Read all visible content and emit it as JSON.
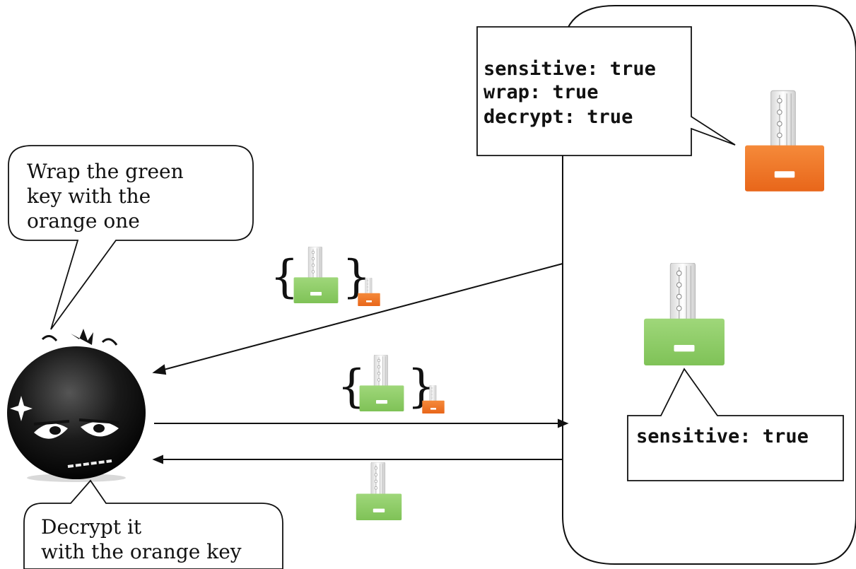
{
  "bubbles": {
    "wrap_request": [
      "Wrap the green",
      "key with the",
      "orange one"
    ],
    "decrypt_request": [
      "Decrypt  it",
      "with the orange key"
    ]
  },
  "callouts": {
    "orange_key_attrs": [
      "sensitive: true",
      "wrap: true",
      "decrypt: true"
    ],
    "green_key_attrs": [
      "sensitive: true"
    ]
  },
  "braces": {
    "open": "{",
    "close": "}"
  },
  "icons": {
    "attacker": "bomb-face-icon",
    "key": "key-icon"
  },
  "colors": {
    "orange_key": "#ef7a1f",
    "green_key": "#8fcf63",
    "line": "#111111",
    "attacker": "#111111"
  }
}
